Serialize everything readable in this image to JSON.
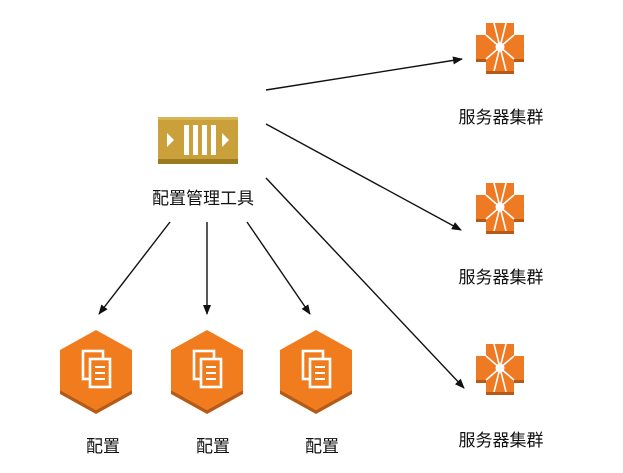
{
  "tool": {
    "label": "配置管理工具",
    "icon": "config-tool-icon"
  },
  "configs": [
    {
      "label": "配置",
      "icon": "document-hexagon-icon"
    },
    {
      "label": "配置",
      "icon": "document-hexagon-icon"
    },
    {
      "label": "配置",
      "icon": "document-hexagon-icon"
    }
  ],
  "clusters": [
    {
      "label": "服务器集群",
      "icon": "server-cluster-icon"
    },
    {
      "label": "服务器集群",
      "icon": "server-cluster-icon"
    },
    {
      "label": "服务器集群",
      "icon": "server-cluster-icon"
    }
  ],
  "colors": {
    "tool_gold": "#C9A03A",
    "tool_gold_dark": "#9C7A22",
    "cluster_orange": "#EE7A24",
    "config_orange": "#F07C1E",
    "arrow": "#111111"
  }
}
